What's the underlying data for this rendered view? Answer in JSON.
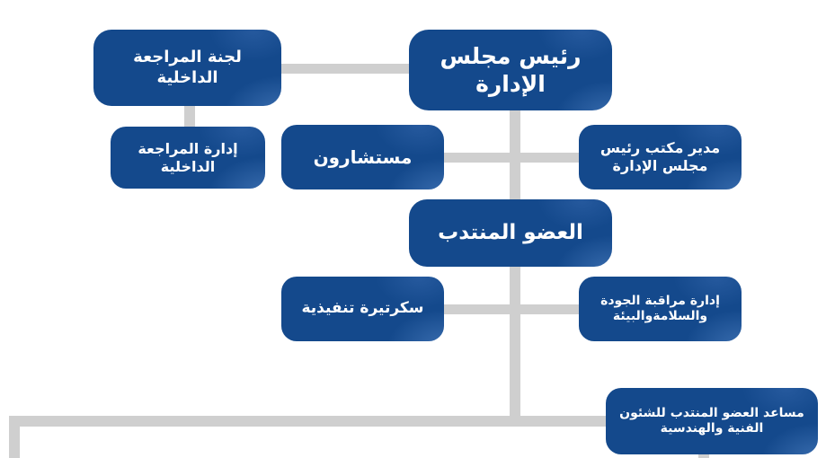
{
  "nodes": {
    "chairman": "رئيس مجلس الإدارة",
    "internal_audit_committee": "لجنة المراجعة الداخلية",
    "internal_audit_department": "إدارة المراجعة الداخلية",
    "advisors": "مستشارون",
    "chairman_office_manager": "مدير مكتب رئيس مجلس الإدارة",
    "managing_director": "العضو المنتدب",
    "executive_secretary": "سكرتيرة تنفيذية",
    "quality_safety_environment": "إدارة مراقبة الجودة والسلامةوالبيئة",
    "assistant_md_technical_engineering": "مساعد العضو المنتدب للشئون الفنية والهندسية"
  },
  "colors": {
    "node_fill": "#14498c",
    "node_text": "#ffffff",
    "connector": "#cfcfcf"
  }
}
